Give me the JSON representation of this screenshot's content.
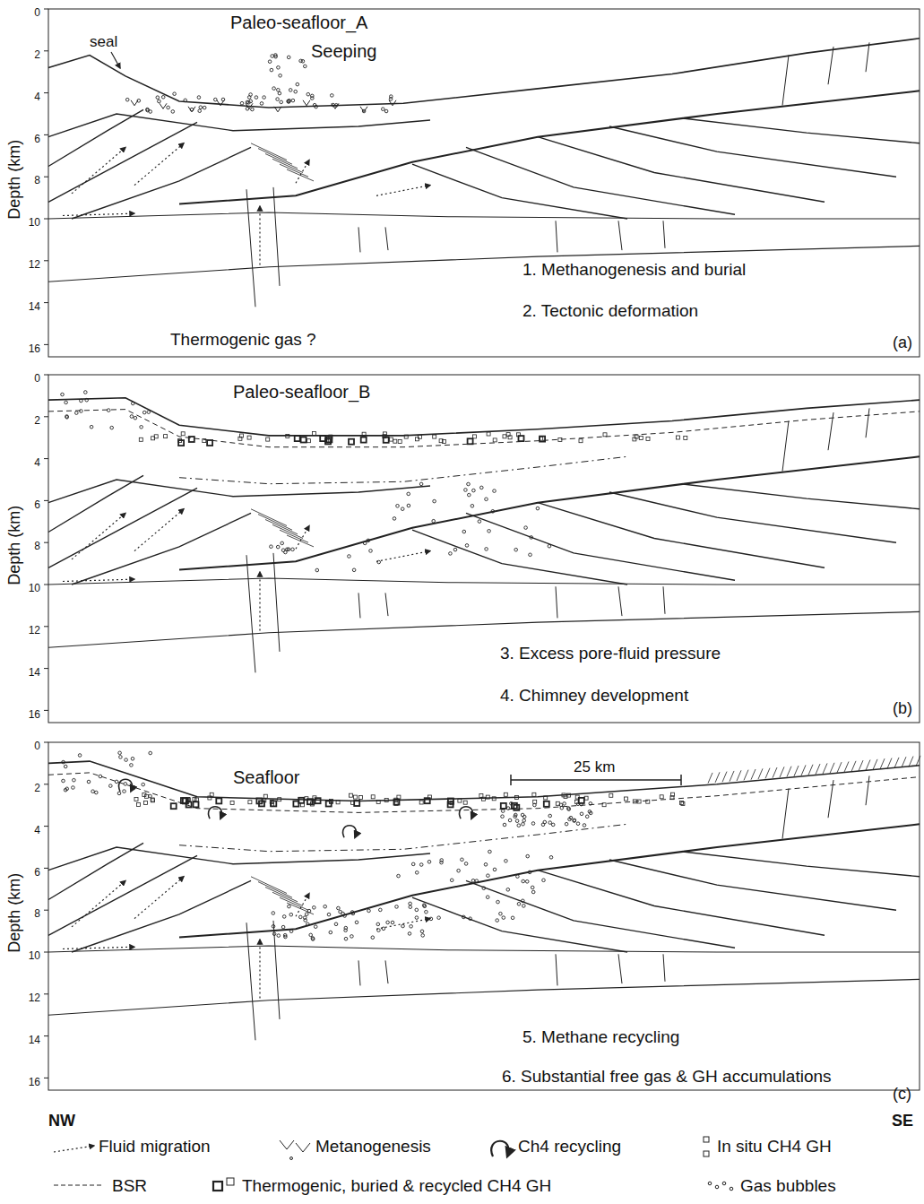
{
  "diagram": {
    "labels": [
      "Paleo-seafloor_A",
      "seal",
      "Seeping",
      "Thermogenic gas ?",
      "1. Methanogenesis and burial",
      "2. Tectonic deformation",
      "(a)",
      "Depth (km)",
      "0",
      "2",
      "4",
      "6",
      "8",
      "10",
      "12",
      "14",
      "16",
      "Paleo-seafloor_B",
      "3. Excess pore-fluid pressure",
      "4. Chimney development",
      "(b)",
      "Depth (km)",
      "0",
      "2",
      "4",
      "6",
      "8",
      "10",
      "12",
      "14",
      "16",
      "Seafloor",
      "25 km",
      "5. Methane recycling",
      "6. Substantial free gas & GH accumulations",
      "(c)",
      "Depth (km)",
      "0",
      "2",
      "4",
      "6",
      "8",
      "10",
      "12",
      "14",
      "16",
      "NW",
      "SE"
    ],
    "legend": [
      {
        "text": "Fluid migration"
      },
      {
        "text": "Metanogenesis"
      },
      {
        "text": "Ch4 recycling"
      },
      {
        "text": "In situ CH4 GH"
      },
      {
        "text": "BSR"
      },
      {
        "text": "Thermogenic, buried & recycled CH4 GH"
      },
      {
        "text": "Gas bubbles"
      }
    ]
  }
}
